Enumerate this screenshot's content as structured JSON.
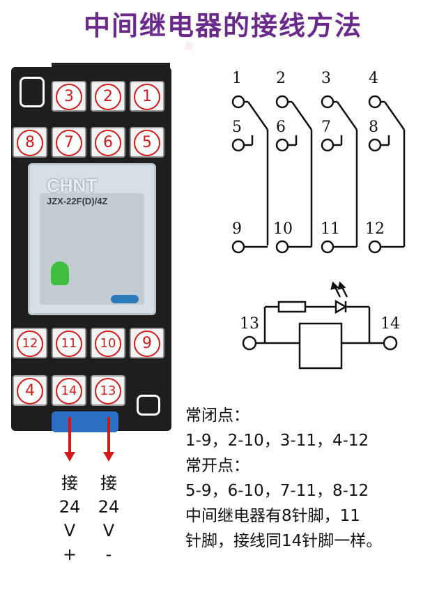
{
  "title": "中间继电器的接线方法",
  "relay_photo": {
    "brand": "CHNT",
    "model": "JZX-22F(D)/4Z",
    "terminals_row1": [
      "3",
      "2",
      "1"
    ],
    "terminals_row2": [
      "8",
      "7",
      "6",
      "5"
    ],
    "terminals_row3": [
      "12",
      "11",
      "10",
      "9"
    ],
    "terminals_row4": [
      "4",
      "14",
      "13"
    ]
  },
  "supply": {
    "left": {
      "char": "接",
      "voltage": "24",
      "unit": "V",
      "sign": "+"
    },
    "right": {
      "char": "接",
      "voltage": "24",
      "unit": "V",
      "sign": "-"
    }
  },
  "schematic": {
    "common_pins": [
      "1",
      "2",
      "3",
      "4"
    ],
    "nc_pins": [
      "5",
      "6",
      "7",
      "8"
    ],
    "no_pins": [
      "9",
      "10",
      "11",
      "12"
    ],
    "coil_pins": [
      "13",
      "14"
    ]
  },
  "notes": {
    "nc_heading": "常闭点：",
    "nc_pairs": "1-9，2-10，3-11，4-12",
    "no_heading": "常开点：",
    "no_pairs": "5-9，6-10，7-11，8-12",
    "line1": "中间继电器有8针脚，11",
    "line2": "针脚，接线同14针脚一样。"
  },
  "colors": {
    "title": "#6a2a8c",
    "terminal_red": "#d11919",
    "wire": "#111111"
  }
}
